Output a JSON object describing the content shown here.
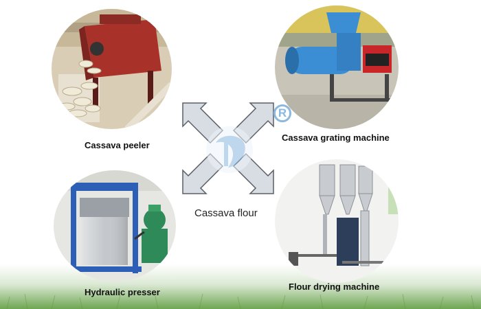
{
  "captions": {
    "peeler": "Cassava peeler",
    "grater": "Cassava grating machine",
    "presser": "Hydraulic presser",
    "dryer": "Flour drying machine",
    "center": "Cassava flour"
  },
  "registered_mark": "R",
  "colors": {
    "arrow_fill": "#d8dde4",
    "arrow_stroke": "#5a5e66",
    "logo_blue": "#8ab8e0",
    "grass_green": "#5f9a45",
    "peeler_red": "#a8322a",
    "grater_blue": "#3b8ed4",
    "engine_red": "#c9262a",
    "presser_blue": "#2c5fb5",
    "motor_green": "#2e8a58"
  },
  "icons": [
    "registered-trademark-icon",
    "cross-arrows-icon",
    "company-logo-icon"
  ]
}
